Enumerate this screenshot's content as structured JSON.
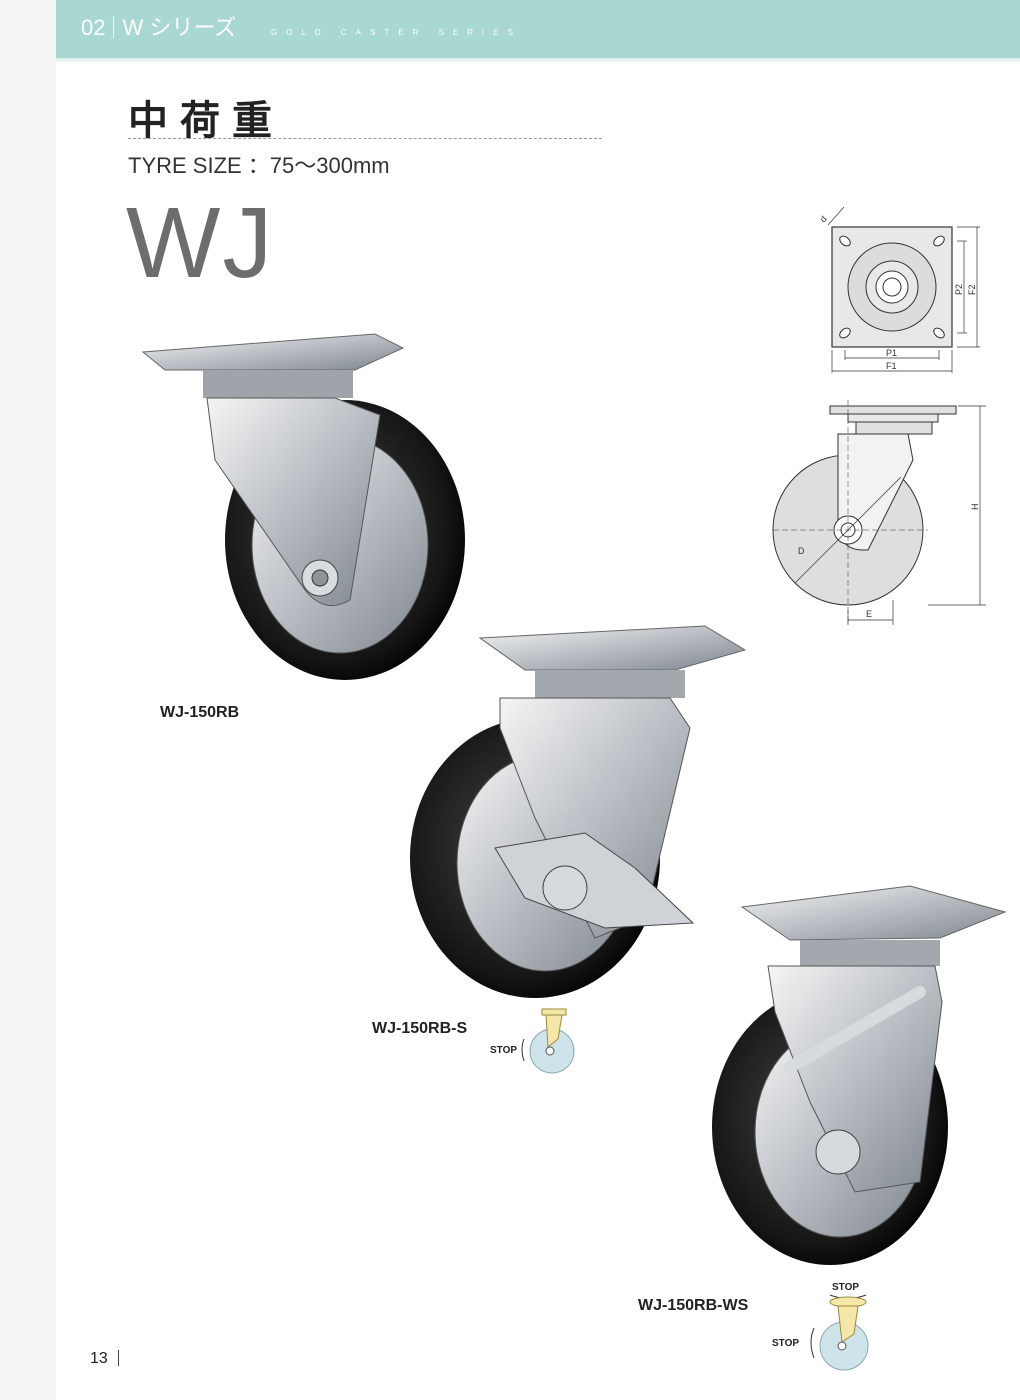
{
  "header": {
    "section_number": "02",
    "series_name": "W シリーズ",
    "subtitle": "GOLD CASTER SERIES"
  },
  "title": "中荷重",
  "tyre_size": "TYRE SIZE ：75〜300mm",
  "series_code": "WJ",
  "diagram_top": {
    "d": "d",
    "p1": "P1",
    "f1": "F1",
    "p2": "P2",
    "f2": "F2"
  },
  "diagram_side": {
    "h": "H",
    "d": "D",
    "e": "E"
  },
  "products": [
    {
      "label": "WJ-150RB"
    },
    {
      "label": "WJ-150RB-S",
      "stop_text": "STOP"
    },
    {
      "label": "WJ-150RB-WS",
      "stop_top": "STOP",
      "stop_side": "STOP"
    }
  ],
  "page_number": "13"
}
